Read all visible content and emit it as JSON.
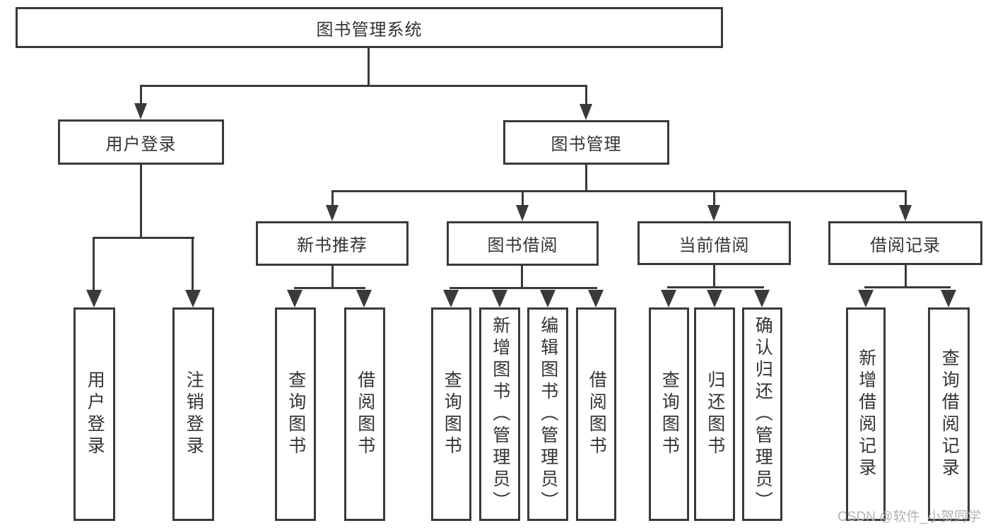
{
  "diagram_title": "图书管理系统",
  "hierarchy": {
    "label": "图书管理系统",
    "children": [
      {
        "label": "用户登录",
        "children": [
          {
            "label": "用户登录"
          },
          {
            "label": "注销登录"
          }
        ]
      },
      {
        "label": "图书管理",
        "children": [
          {
            "label": "新书推荐",
            "children": [
              {
                "label": "查询图书"
              },
              {
                "label": "借阅图书"
              }
            ]
          },
          {
            "label": "图书借阅",
            "children": [
              {
                "label": "查询图书"
              },
              {
                "label": "新增图书（管理员）"
              },
              {
                "label": "编辑图书（管理员）"
              },
              {
                "label": "借阅图书"
              }
            ]
          },
          {
            "label": "当前借阅",
            "children": [
              {
                "label": "查询图书"
              },
              {
                "label": "归还图书"
              },
              {
                "label": "确认归还（管理员）"
              }
            ]
          },
          {
            "label": "借阅记录",
            "children": [
              {
                "label": "新增借阅记录"
              },
              {
                "label": "查询借阅记录"
              }
            ]
          }
        ]
      }
    ]
  },
  "watermark": {
    "text": "CSDN @软件_小贺同学"
  },
  "colors": {
    "line": "#3a3a3a",
    "text": "#333333",
    "watermark": "#b3b3b3",
    "background": "#ffffff"
  }
}
